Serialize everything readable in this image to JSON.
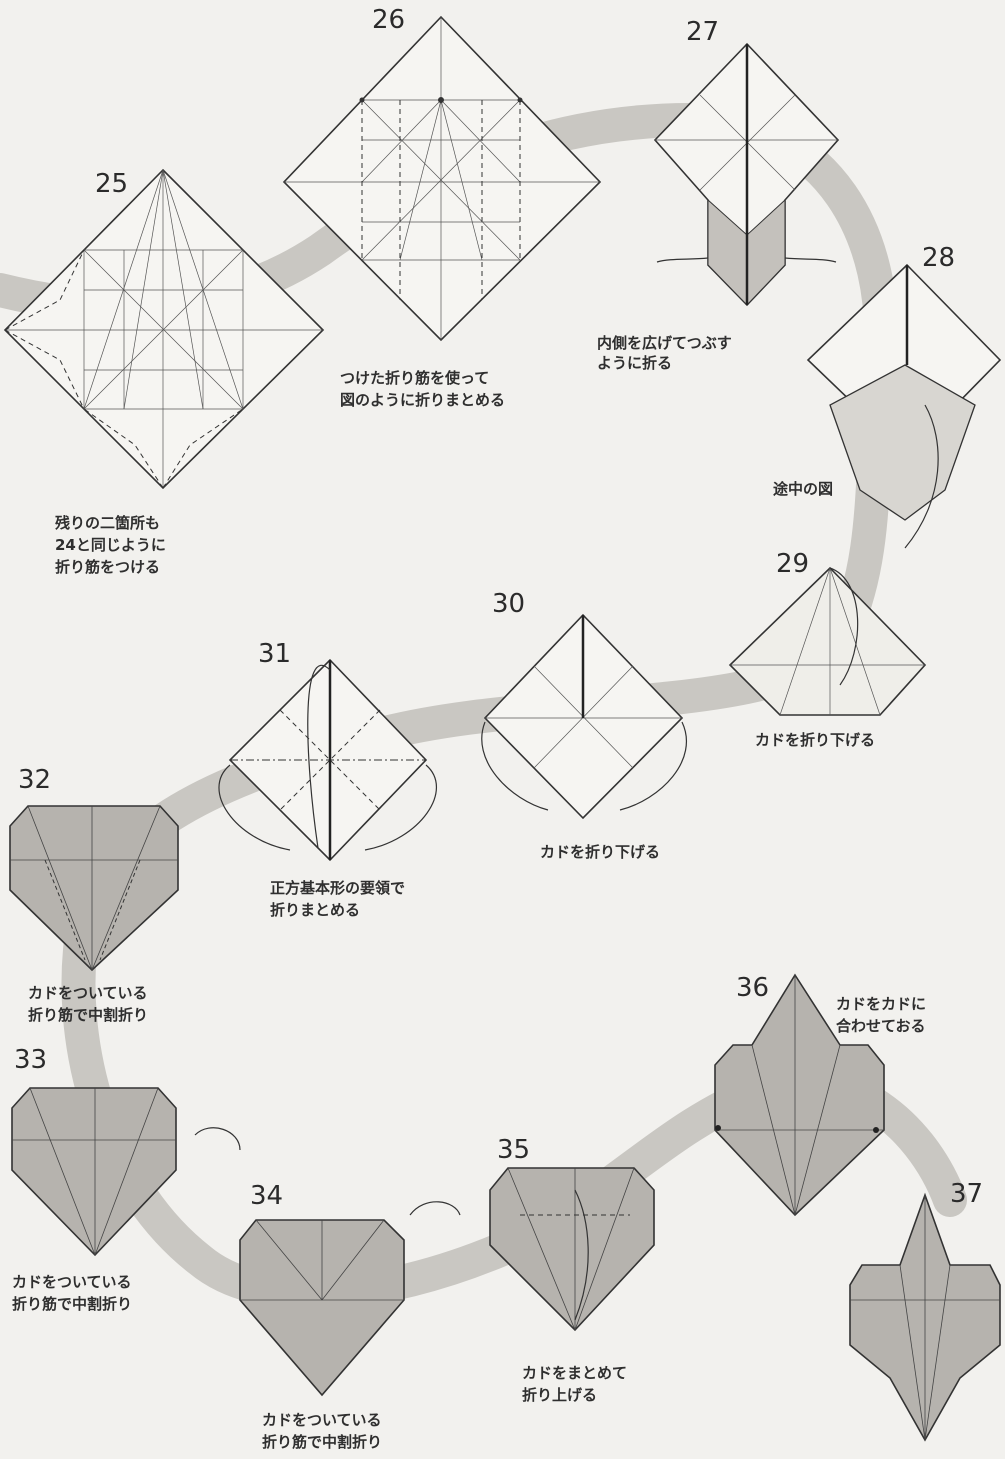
{
  "steps": [
    {
      "number": "25",
      "caption": [
        "残りの二箇所も",
        "24と同じように",
        "折り筋をつける"
      ]
    },
    {
      "number": "26",
      "caption": [
        "つけた折り筋を使って",
        "図のように折りまとめる"
      ]
    },
    {
      "number": "27",
      "caption": [
        "内側を広げてつぶす",
        "ように折る"
      ]
    },
    {
      "number": "28",
      "caption": [
        "途中の図"
      ]
    },
    {
      "number": "29",
      "caption": [
        "カドを折り下げる"
      ]
    },
    {
      "number": "30",
      "caption": [
        "カドを折り下げる"
      ]
    },
    {
      "number": "31",
      "caption": [
        "正方基本形の要領で",
        "折りまとめる"
      ]
    },
    {
      "number": "32",
      "caption": [
        "カドをついている",
        "折り筋で中割折り"
      ]
    },
    {
      "number": "33",
      "caption": [
        "カドをついている",
        "折り筋で中割折り"
      ]
    },
    {
      "number": "34",
      "caption": [
        "カドをついている",
        "折り筋で中割折り"
      ]
    },
    {
      "number": "35",
      "caption": [
        "カドをまとめて",
        "折り上げる"
      ]
    },
    {
      "number": "36",
      "caption": [
        "カドをカドに",
        "合わせておる"
      ]
    },
    {
      "number": "37",
      "caption": []
    }
  ],
  "colors": {
    "paper": "#f2f1ee",
    "band": "#c9c7c2",
    "line": "#3a3a3a",
    "fill": "#b6b3ae"
  }
}
